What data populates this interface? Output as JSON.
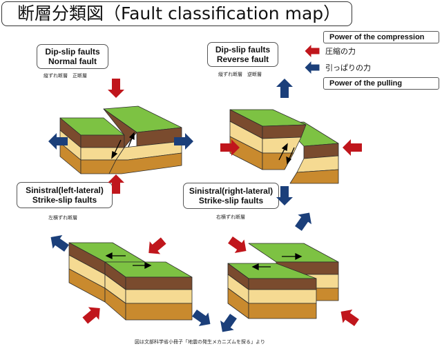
{
  "title": "断層分類図（Fault classification map）",
  "colors": {
    "grass": "#7DC243",
    "grass_dark": "#5EA330",
    "brown": "#7A4B2E",
    "sand": "#F5DA92",
    "ochre": "#C98A2E",
    "compression_arrow": "#C0161C",
    "pulling_arrow": "#1B3F7A"
  },
  "legend": {
    "compression_title": "Power of the compression",
    "compression_jp": "圧縮の力",
    "pulling_jp": "引っぱりの力",
    "pulling_title": "Power of the pulling"
  },
  "panels": {
    "normal": {
      "label_line1": "Dip-slip faults",
      "label_line2": "Normal fault",
      "jp": "縦ずれ断層　正断層"
    },
    "reverse": {
      "label_line1": "Dip-slip faults",
      "label_line2": "Reverse fault",
      "jp": "縦ずれ断層　逆断層"
    },
    "sinistral": {
      "label_line1": "Sinistral(left-lateral)",
      "label_line2": "Strike-slip faults",
      "jp": "左横ずれ断層"
    },
    "dextral": {
      "label_line1": "Sinistral(right-lateral)",
      "label_line2": "Strike-slip faults",
      "jp": "右横ずれ断層"
    }
  },
  "source": "図は文部科学省小冊子「地震の発生メカニズムを探る」より"
}
